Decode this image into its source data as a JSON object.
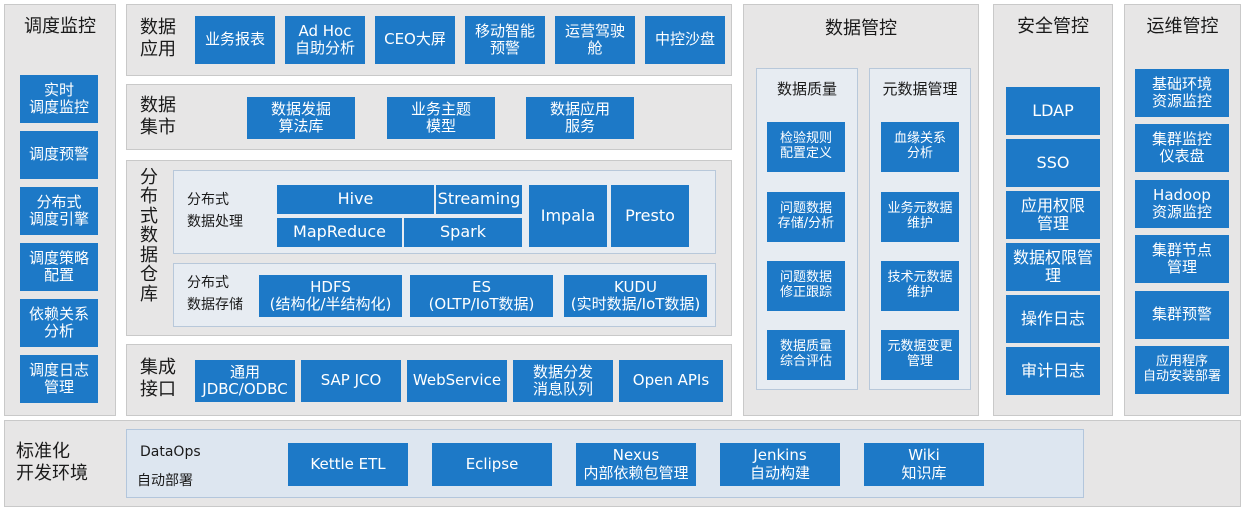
{
  "scheduling": {
    "title": "调度监控",
    "items": [
      "实时\n调度监控",
      "调度预警",
      "分布式\n调度引擎",
      "调度策略\n配置",
      "依赖关系\n分析",
      "调度日志\n管理"
    ]
  },
  "data_app": {
    "title": "数据\n应用",
    "items": [
      "业务报表",
      "Ad Hoc\n自助分析",
      "CEO大屏",
      "移动智能\n预警",
      "运营驾驶\n舱",
      "中控沙盘"
    ]
  },
  "data_mart": {
    "title": "数据\n集市",
    "items": [
      "数据发掘\n算法库",
      "业务主题\n模型",
      "数据应用\n服务"
    ]
  },
  "warehouse": {
    "title": "分\n布\n式\n数\n据\n仓\n库",
    "processing": {
      "label": "分布式\n数据处理",
      "hive": "Hive",
      "streaming": "Streaming",
      "mapreduce": "MapReduce",
      "spark": "Spark",
      "impala": "Impala",
      "presto": "Presto"
    },
    "storage": {
      "label": "分布式\n数据存储",
      "items": [
        "HDFS\n(结构化/半结构化)",
        "ES\n(OLTP/IoT数据)",
        "KUDU\n(实时数据/IoT数据)"
      ]
    }
  },
  "integration": {
    "title": "集成\n接口",
    "items": [
      "通用\nJDBC/ODBC",
      "SAP JCO",
      "WebService",
      "数据分发\n消息队列",
      "Open APIs"
    ]
  },
  "data_governance": {
    "title": "数据管控",
    "quality": {
      "title": "数据质量",
      "items": [
        "检验规则\n配置定义",
        "问题数据\n存储/分析",
        "问题数据\n修正跟踪",
        "数据质量\n综合评估"
      ]
    },
    "metadata": {
      "title": "元数据管理",
      "items": [
        "血缘关系\n分析",
        "业务元数据\n维护",
        "技术元数据\n维护",
        "元数据变更\n管理"
      ]
    }
  },
  "security": {
    "title": "安全管控",
    "items": [
      "LDAP",
      "SSO",
      "应用权限\n管理",
      "数据权限管\n理",
      "操作日志",
      "审计日志"
    ]
  },
  "ops": {
    "title": "运维管控",
    "items": [
      "基础环境\n资源监控",
      "集群监控\n仪表盘",
      "Hadoop\n资源监控",
      "集群节点\n管理",
      "集群预警",
      "应用程序\n自动安装部署"
    ]
  },
  "devenv": {
    "title": "标准化\n开发环境",
    "dataops": "DataOps",
    "deploy": "自动部署",
    "items": [
      "Kettle ETL",
      "Eclipse",
      "Nexus\n内部依赖包管理",
      "Jenkins\n自动构建",
      "Wiki\n知识库"
    ]
  }
}
